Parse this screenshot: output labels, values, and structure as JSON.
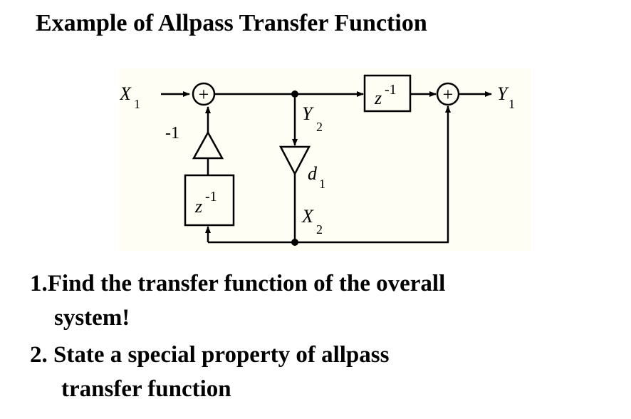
{
  "title": "Example of Allpass Transfer Function",
  "diagram": {
    "input_var": "X",
    "input_sub": "1",
    "output_var": "Y",
    "output_sub": "1",
    "mid_top_var": "Y",
    "mid_top_sub": "2",
    "mid_bottom_var": "X",
    "mid_bottom_sub": "2",
    "coef_var": "d",
    "coef_sub": "1",
    "gain_label": "-1",
    "adder_symbol": "+",
    "delay_base": "z",
    "delay_exp": "-1"
  },
  "questions": {
    "q1_line1": "1.Find the transfer function of the overall",
    "q1_line2": "system!",
    "q2_line1": "2. State a special property of allpass",
    "q2_line2": "transfer function"
  }
}
